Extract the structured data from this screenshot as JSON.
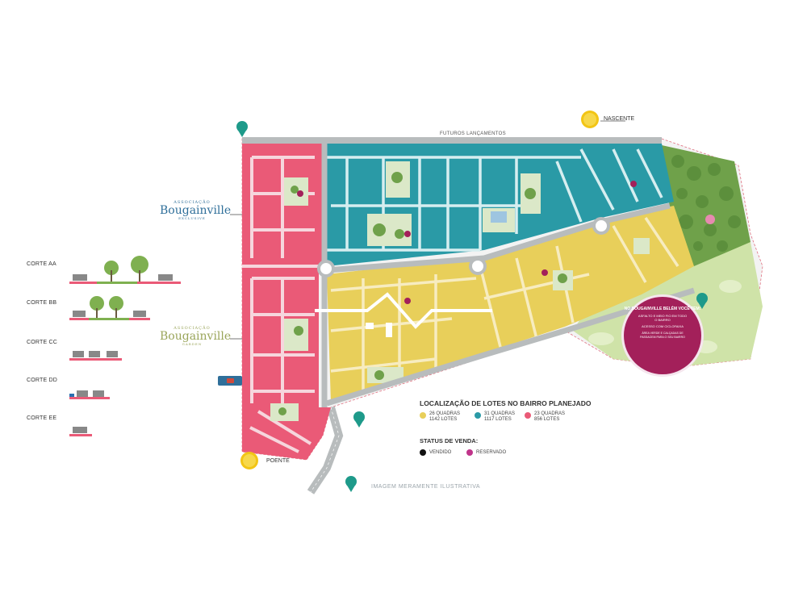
{
  "map": {
    "top_road_label": "FUTUROS LANÇAMENTOS",
    "sunrise_label": "NASCENTE",
    "sunset_label": "POENTE",
    "disclaimer": "IMAGEM MERAMENTE ILUSTRATIVA"
  },
  "sections": [
    {
      "label": "CORTE AA"
    },
    {
      "label": "CORTE BB"
    },
    {
      "label": "CORTE CC"
    },
    {
      "label": "CORTE DD"
    },
    {
      "label": "CORTE EE"
    }
  ],
  "brands": [
    {
      "small": "ASSOCIAÇÃO",
      "name": "Bougainville",
      "sub": "EXCLUSIVE",
      "color": "#2f6f9a"
    },
    {
      "small": "ASSOCIAÇÃO",
      "name": "Bougainville",
      "sub": "GARDEN",
      "color": "#9aa55a"
    }
  ],
  "legend": {
    "title": "LOCALIZAÇÃO DE LOTES NO BAIRRO PLANEJADO",
    "items": [
      {
        "line1": "26 QUADRAS",
        "line2": "1142 LOTES",
        "color": "#e8cf5a"
      },
      {
        "line1": "31 QUADRAS",
        "line2": "1117 LOTES",
        "color": "#2a9aa6"
      },
      {
        "line1": "23 QUADRAS",
        "line2": "856 LOTES",
        "color": "#ea5a77"
      }
    ],
    "status_title": "STATUS DE VENDA:",
    "status": [
      {
        "label": "VENDIDO",
        "color": "#111111"
      },
      {
        "label": "RESERVADO",
        "color": "#c0348a"
      }
    ]
  },
  "info_badge": {
    "line1": "NO BOUGAINVILLE BELÉM VOCÊ TEM:",
    "line2": "ASFALTO E MEIO FIO EM TODO O BAIRRO",
    "line3": "ACESSO COM CICLOFAIXA",
    "line4": "ÁREA VERDE E CALÇADAS DE PASSAGEM PARA O SEU BAIRRO"
  },
  "colors": {
    "yellow": "#e8cf5a",
    "teal": "#2a9aa6",
    "pink": "#ea5a77",
    "road": "#b8bcbd",
    "green": "#7fb050",
    "golf": "#cfe3a8",
    "magenta": "#a3205a"
  }
}
